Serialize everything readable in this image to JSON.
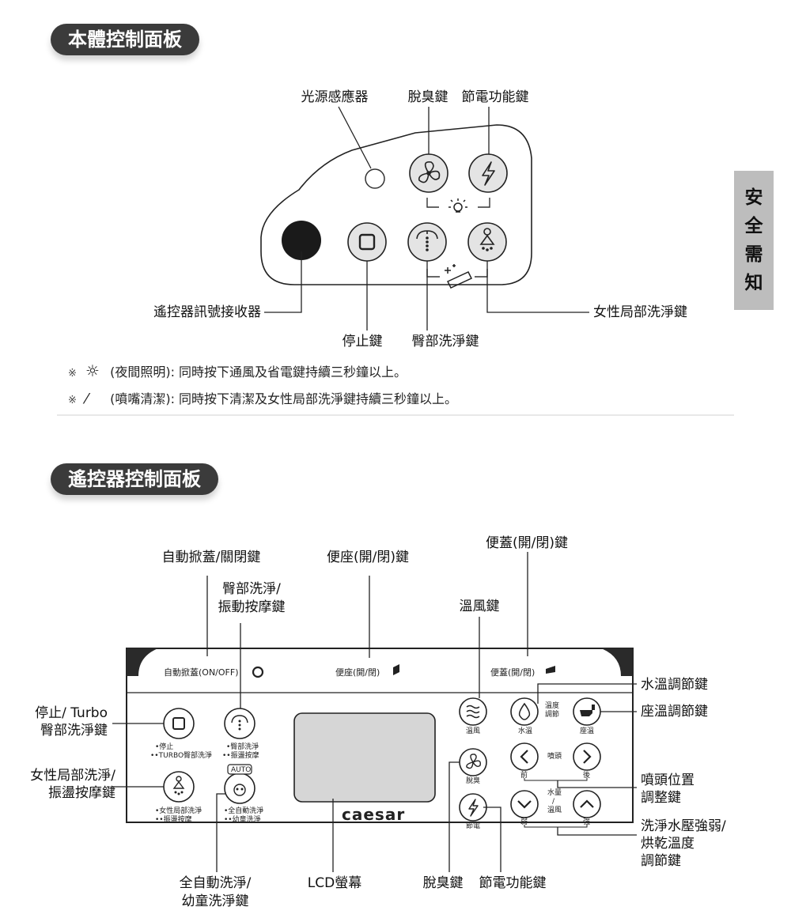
{
  "body_panel": {
    "title": "本體控制面板",
    "labels": {
      "light_sensor": "光源感應器",
      "deodorize": "脫臭鍵",
      "power_save": "節電功能鍵",
      "remote_receiver": "遙控器訊號接收器",
      "stop": "停止鍵",
      "rear_wash": "臀部洗淨鍵",
      "feminine_wash": "女性局部洗淨鍵"
    },
    "notes": [
      {
        "mark": "※",
        "text": "(夜間照明): 同時按下通風及省電鍵持續三秒鐘以上。"
      },
      {
        "mark": "※",
        "text": "(噴嘴清潔): 同時按下清潔及女性局部洗淨鍵持續三秒鐘以上。"
      }
    ]
  },
  "side_tab": [
    "安",
    "全",
    "需",
    "知"
  ],
  "remote_panel": {
    "title": "遙控器控制面板",
    "callouts": {
      "auto_lid": "自動掀蓋/關閉鍵",
      "seat_toggle": "便座(開/閉)鍵",
      "lid_toggle": "便蓋(開/閉)鍵",
      "rear_massage_1": "臀部洗淨/",
      "rear_massage_2": "振動按摩鍵",
      "warm_air": "溫風鍵",
      "water_temp": "水溫調節鍵",
      "seat_temp": "座溫調節鍵",
      "stop_turbo_1": "停止/ Turbo",
      "stop_turbo_2": "臀部洗淨鍵",
      "fem_massage_1": "女性局部洗淨/",
      "fem_massage_2": "振盪按摩鍵",
      "nozzle_1": "噴頭位置",
      "nozzle_2": "調整鍵",
      "pressure_1": "洗淨水壓強弱/",
      "pressure_2": "烘乾溫度",
      "pressure_3": "調節鍵",
      "auto_wash_1": "全自動洗淨/",
      "auto_wash_2": "幼童洗淨鍵",
      "lcd": "LCD螢幕",
      "deodorize": "脫臭鍵",
      "power_save": "節電功能鍵"
    },
    "device": {
      "auto_lid_label": "自動掀蓋(ON/OFF)",
      "seat_label": "便座(開/閉)",
      "lid_label": "便蓋(開/閉)",
      "stop_sub_1": "•停止",
      "stop_sub_2": "••TURBO臀部洗淨",
      "rear_sub_1": "•臀部洗淨",
      "rear_sub_2": "••振盪按摩",
      "fem_sub_1": "•女性局部洗淨",
      "fem_sub_2": "••振盪按摩",
      "auto_sub_1": "•全自動洗淨",
      "auto_sub_2": "••幼童洗淨",
      "auto_badge": "AUTO",
      "brand": "caesar",
      "warm_air_btn": "溫風",
      "deodorize_btn": "脫臭",
      "power_btn": "節電",
      "water_temp_btn": "水溫",
      "temp_adjust_1": "溫度",
      "temp_adjust_2": "調節",
      "seat_temp_btn": "座溫",
      "nozzle_btn": "噴頭",
      "front": "前",
      "back": "後",
      "water_vol_1": "水量",
      "water_vol_2": "/",
      "water_vol_3": "溫風",
      "weak": "弱",
      "strong": "強"
    }
  },
  "colors": {
    "section_title_bg": "#3b3b3b",
    "side_tab_bg": "#bdbdbd",
    "button_fill": "#e4e4e4",
    "panel_stroke": "#222222"
  }
}
